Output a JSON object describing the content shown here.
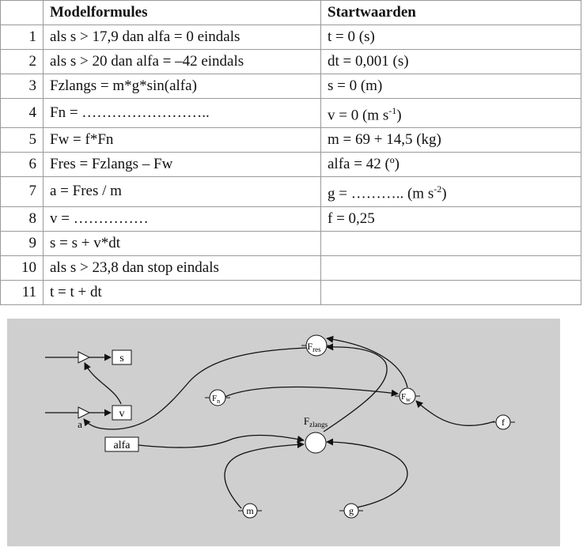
{
  "table": {
    "headers": [
      "",
      "Modelformules",
      "Startwaarden"
    ],
    "rows": [
      {
        "num": "1",
        "formula": "als s > 17,9 dan alfa = 0 eindals",
        "start": "t = 0 (s)"
      },
      {
        "num": "2",
        "formula": "als s > 20 dan alfa = –42 eindals",
        "start": "dt = 0,001 (s)"
      },
      {
        "num": "3",
        "formula": "Fzlangs = m*g*sin(alfa)",
        "start": "s = 0 (m)"
      },
      {
        "num": "4",
        "formula": "Fn = ……………………..",
        "start": "v = 0 (m s-1)"
      },
      {
        "num": "5",
        "formula": "Fw = f*Fn",
        "start": "m = 69 + 14,5 (kg)"
      },
      {
        "num": "6",
        "formula": "Fres = Fzlangs – Fw",
        "start": "alfa = 42 (º)"
      },
      {
        "num": "7",
        "formula": "a = Fres / m",
        "start": "g = ……….. (m s-2)"
      },
      {
        "num": "8",
        "formula": "v = ……………",
        "start": "f = 0,25"
      },
      {
        "num": "9",
        "formula": "s = s + v*dt",
        "start": ""
      },
      {
        "num": "10",
        "formula": "als s > 23,8 dan stop eindals",
        "start": ""
      },
      {
        "num": "11",
        "formula": "t = t + dt",
        "start": ""
      }
    ]
  },
  "diagram": {
    "nodes": {
      "s": "s",
      "v": "v",
      "a": "a",
      "alfa": "alfa",
      "fres_main": "F",
      "fres_sub": "res",
      "fn_main": "F",
      "fn_sub": "n",
      "fw_main": "F",
      "fw_sub": "w",
      "fz_main": "F",
      "fz_sub": "zlangs",
      "f": "f",
      "m": "m",
      "g": "g"
    }
  }
}
